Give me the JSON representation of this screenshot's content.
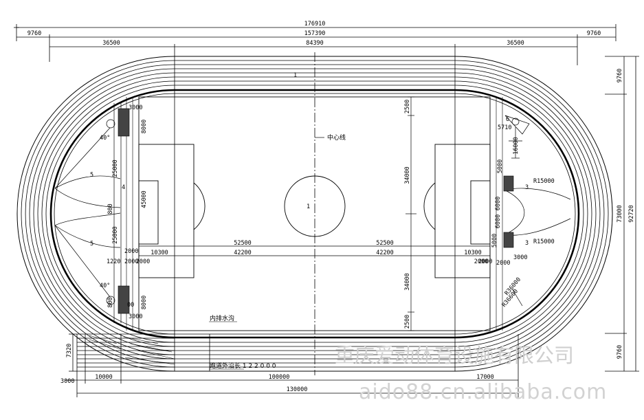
{
  "overall": {
    "length": "176910",
    "width": "92720"
  },
  "top_dims": {
    "row2_left": "9760",
    "row2_mid": "157390",
    "row2_right": "9760",
    "row3_left": "36500",
    "row3_mid": "84390",
    "row3_right": "36500"
  },
  "right_dims": {
    "top": "9760",
    "mid": "73000",
    "bottom": "9760"
  },
  "field_dims": {
    "half_left": "52500",
    "half_right": "52500",
    "inner_left": "42200",
    "inner_right": "42200",
    "goal_area_left": "10300",
    "goal_area_right": "10300",
    "end_left": "2000",
    "end_right": "2000",
    "v_top": "2500",
    "v_upper": "34000",
    "v_lower": "34000",
    "v_bottom": "2500"
  },
  "left_zone": {
    "d3000_top": "3000",
    "d8000_top": "8000",
    "d25000_top": "25000",
    "d45000": "45000",
    "d25000_bottom": "25000",
    "d8000_bottom": "8000",
    "d3000_bottom": "3000",
    "d2000": "2000",
    "d1220": "1220",
    "d2000b": "2000",
    "angle_top": "40°",
    "angle_bottom": "40°",
    "zone_top": "5",
    "zone_bottom": "5",
    "small_1": "800",
    "small_2": "800",
    "small_3": "4",
    "small_4": "00"
  },
  "right_zone": {
    "d16000": "16000",
    "d5710": "5710",
    "d6": "6",
    "d5000_top": "5000",
    "d6000_a": "6000",
    "d6000_b": "6000",
    "d5000_bottom": "5000",
    "d2000": "2000",
    "d2000b": "2000",
    "d3000": "3000",
    "r15000_a": "R15000",
    "r15000_b": "R15000",
    "r36000": "R36000",
    "r36600": "R36600",
    "num_3a": "3",
    "num_3b": "3"
  },
  "labels": {
    "center_line": "中心线",
    "inner_drain": "内排水沟",
    "outer_track": "跑道外沿长 1 2 2 0 0 0",
    "center_mark": "1",
    "lane_mark": "1"
  },
  "straight_dims": {
    "left_small": "7320",
    "bottom_left": "3000",
    "seg1": "10000",
    "seg2": "100000",
    "seg3": "17000",
    "total": "130000"
  },
  "watermark": {
    "company": "重庆爱动体育设施有限公司",
    "url": "aido88.cn.alibaba.com"
  }
}
